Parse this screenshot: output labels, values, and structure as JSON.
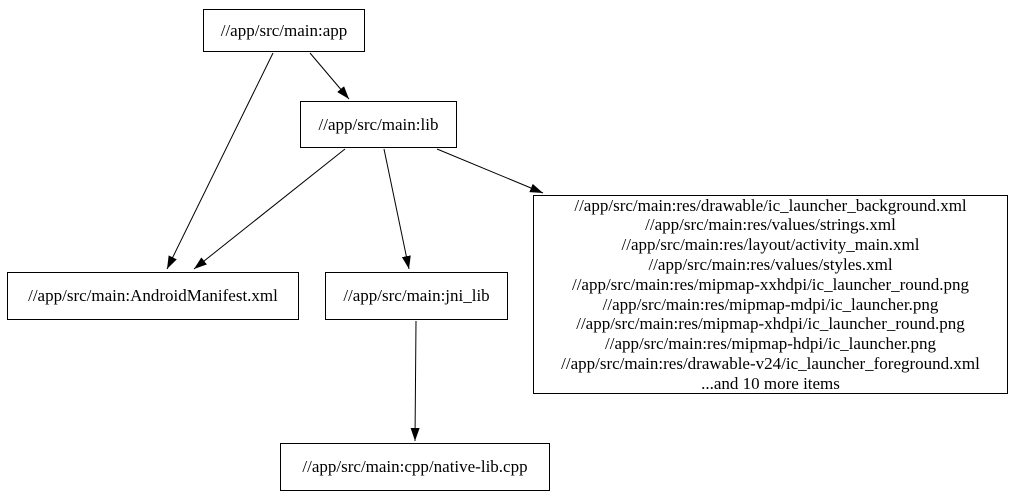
{
  "diagram": {
    "type": "dependency-graph",
    "background_color": "#ffffff",
    "node_border_color": "#000000",
    "text_color": "#000000",
    "nodes": {
      "app": {
        "label": "//app/src/main:app"
      },
      "lib": {
        "label": "//app/src/main:lib"
      },
      "manifest": {
        "label": "//app/src/main:AndroidManifest.xml"
      },
      "jni_lib": {
        "label": "//app/src/main:jni_lib"
      },
      "res_group": {
        "lines": [
          "//app/src/main:res/drawable/ic_launcher_background.xml",
          "//app/src/main:res/values/strings.xml",
          "//app/src/main:res/layout/activity_main.xml",
          "//app/src/main:res/values/styles.xml",
          "//app/src/main:res/mipmap-xxhdpi/ic_launcher_round.png",
          "//app/src/main:res/mipmap-mdpi/ic_launcher.png",
          "//app/src/main:res/mipmap-xhdpi/ic_launcher_round.png",
          "//app/src/main:res/mipmap-hdpi/ic_launcher.png",
          "//app/src/main:res/drawable-v24/ic_launcher_foreground.xml",
          "...and 10 more items"
        ]
      },
      "native_lib": {
        "label": "//app/src/main:cpp/native-lib.cpp"
      }
    },
    "edges": [
      {
        "from": "app",
        "to": "manifest"
      },
      {
        "from": "app",
        "to": "lib"
      },
      {
        "from": "lib",
        "to": "manifest"
      },
      {
        "from": "lib",
        "to": "jni_lib"
      },
      {
        "from": "lib",
        "to": "res_group"
      },
      {
        "from": "jni_lib",
        "to": "native_lib"
      }
    ]
  }
}
